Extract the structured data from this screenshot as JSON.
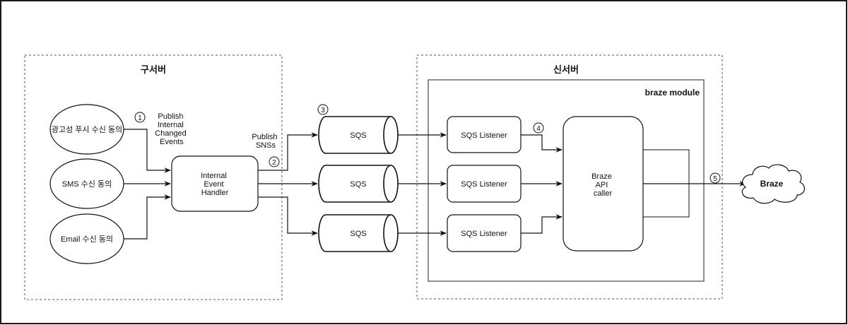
{
  "diagram": {
    "groups": {
      "old_server": {
        "title": "구서버"
      },
      "new_server": {
        "title": "신서버"
      },
      "braze_module": {
        "title": "braze module"
      }
    },
    "consents": [
      {
        "label": "광고성 푸시 수신 동의"
      },
      {
        "label": "SMS 수신 동의"
      },
      {
        "label": "Email 수신 동의"
      }
    ],
    "event_handler": {
      "lines": [
        "Internal",
        "Event",
        "Handler"
      ]
    },
    "edge_labels": {
      "publish_internal": [
        "Publish",
        "Internal",
        "Changed",
        "Events"
      ],
      "publish_sns": [
        "Publish",
        "SNSs"
      ]
    },
    "queues": [
      {
        "label": "SQS"
      },
      {
        "label": "SQS"
      },
      {
        "label": "SQS"
      }
    ],
    "listeners": [
      {
        "label": "SQS Listener"
      },
      {
        "label": "SQS Listener"
      },
      {
        "label": "SQS Listener"
      }
    ],
    "api_caller": {
      "lines": [
        "Braze",
        "API",
        "caller"
      ]
    },
    "external": {
      "label": "Braze"
    },
    "steps": [
      "1",
      "2",
      "3",
      "4",
      "5"
    ],
    "colors": {
      "stroke": "#111111",
      "dashed": "#555555",
      "background": "#ffffff",
      "frame": "#1a1a1a"
    }
  }
}
